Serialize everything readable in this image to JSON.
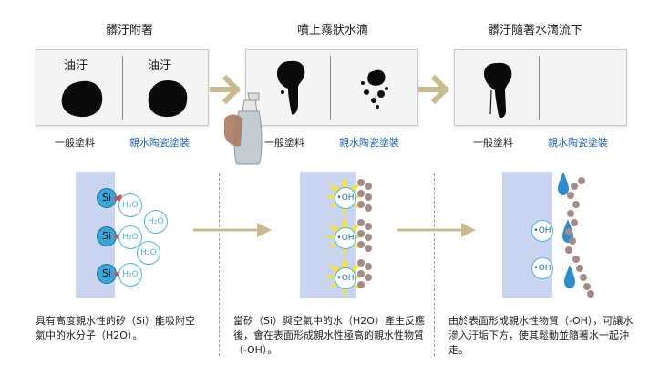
{
  "steps": [
    {
      "title": "髒汙附著",
      "left_label": "一般塗料",
      "right_label": "親水陶瓷塗裝",
      "stain_label_left": "油汙",
      "stain_label_right": "油汙",
      "caption": "具有高度親水性的矽（Si）能吸附空氣中的水分子（H2O）。"
    },
    {
      "title": "噴上霧狀水滴",
      "left_label": "一般塗料",
      "right_label": "親水陶瓷塗裝",
      "caption": "當矽（Si）與空氣中的水（H2O）產生反應後，會在表面形成親水性極高的親水性物質（-OH）。"
    },
    {
      "title": "髒汙隨著水滴流下",
      "left_label": "一般塗料",
      "right_label": "親水陶瓷塗裝",
      "caption": "由於表面形成親水性物質（-OH），可讓水滲入汙垢下方，使其鬆動並隨著水一起沖走。"
    }
  ],
  "molecules": {
    "si": "Si",
    "h2o": "H₂O",
    "oh": "•OH"
  },
  "colors": {
    "arrow": "#c8bc8f",
    "surface": "#c9d4f0",
    "si_blue": "#3aa6d8",
    "bond_red": "#e0453a",
    "sun_yellow": "#f6e32a",
    "dirt": "#a48b88",
    "blue_label": "#1c63b7"
  }
}
